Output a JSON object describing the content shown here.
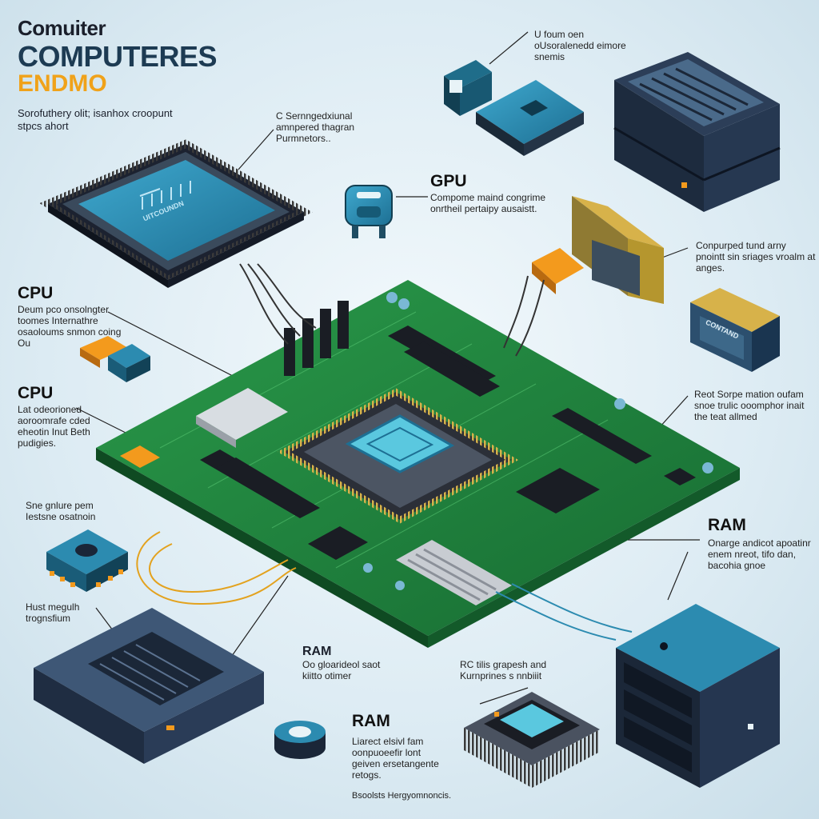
{
  "header": {
    "title_line1": "Comuiter",
    "title_line2": "COMPUTERES",
    "title_line3": "ENDMO",
    "subtitle": "Sorofuthery olit; isanhox croopunt stpcs ahort"
  },
  "callouts": {
    "top_center": "C Sernngedxiunal amnpered thagran Purmnetors..",
    "top_right": "U foum oen oUsoralenedd eimore snemis",
    "gpu_heading": "GPU",
    "gpu_text": "Compome maind congrime onrtheil pertaipy ausaistt.",
    "right_upper": "Conpurped tund arny pnointt sin sriages vroalm at anges.",
    "cpu1_heading": "CPU",
    "cpu1_text": "Deum pco onsolngter toomes Internathre osaoloums snmon coing Ou",
    "cpu2_heading": "CPU",
    "cpu2_text": "Lat odeorioned aoroomrafe cded eheotin Inut Beth pudigies.",
    "right_mid": "Reot Sorpe mation oufam snoe trulic ooomphor inait the teat allmed",
    "ram_right_heading": "RAM",
    "ram_right_text": "Onarge andicot apoatinr enem nreot, tifo dan, bacohia gnoe",
    "left_small": "Sne gnlure pem Iestsne osatnoin",
    "left_lower": "Hust megulh trognsfium",
    "ram_center_heading": "RAM",
    "ram_center_text": "Oo gloarideol saot kiitto otimer",
    "bottom_right": "RC tilis grapesh and Kurnprines s nnbiiit",
    "ram_bottom_heading": "RAM",
    "ram_bottom_text": "Liarect elsivl fam oonpuoeefir lont geiven ersetangente retogs.",
    "footer": "Bsoolsts Hergyomnoncis."
  },
  "chip_labels": {
    "cpu_top_left": "UITCOUNDN",
    "right_card": "CONTAND"
  },
  "colors": {
    "board_green": "#1f7a3a",
    "chip_blue": "#2c8bb0",
    "accent_orange": "#f39a1d",
    "dark_case": "#23324a",
    "gold": "#d7b24a"
  }
}
